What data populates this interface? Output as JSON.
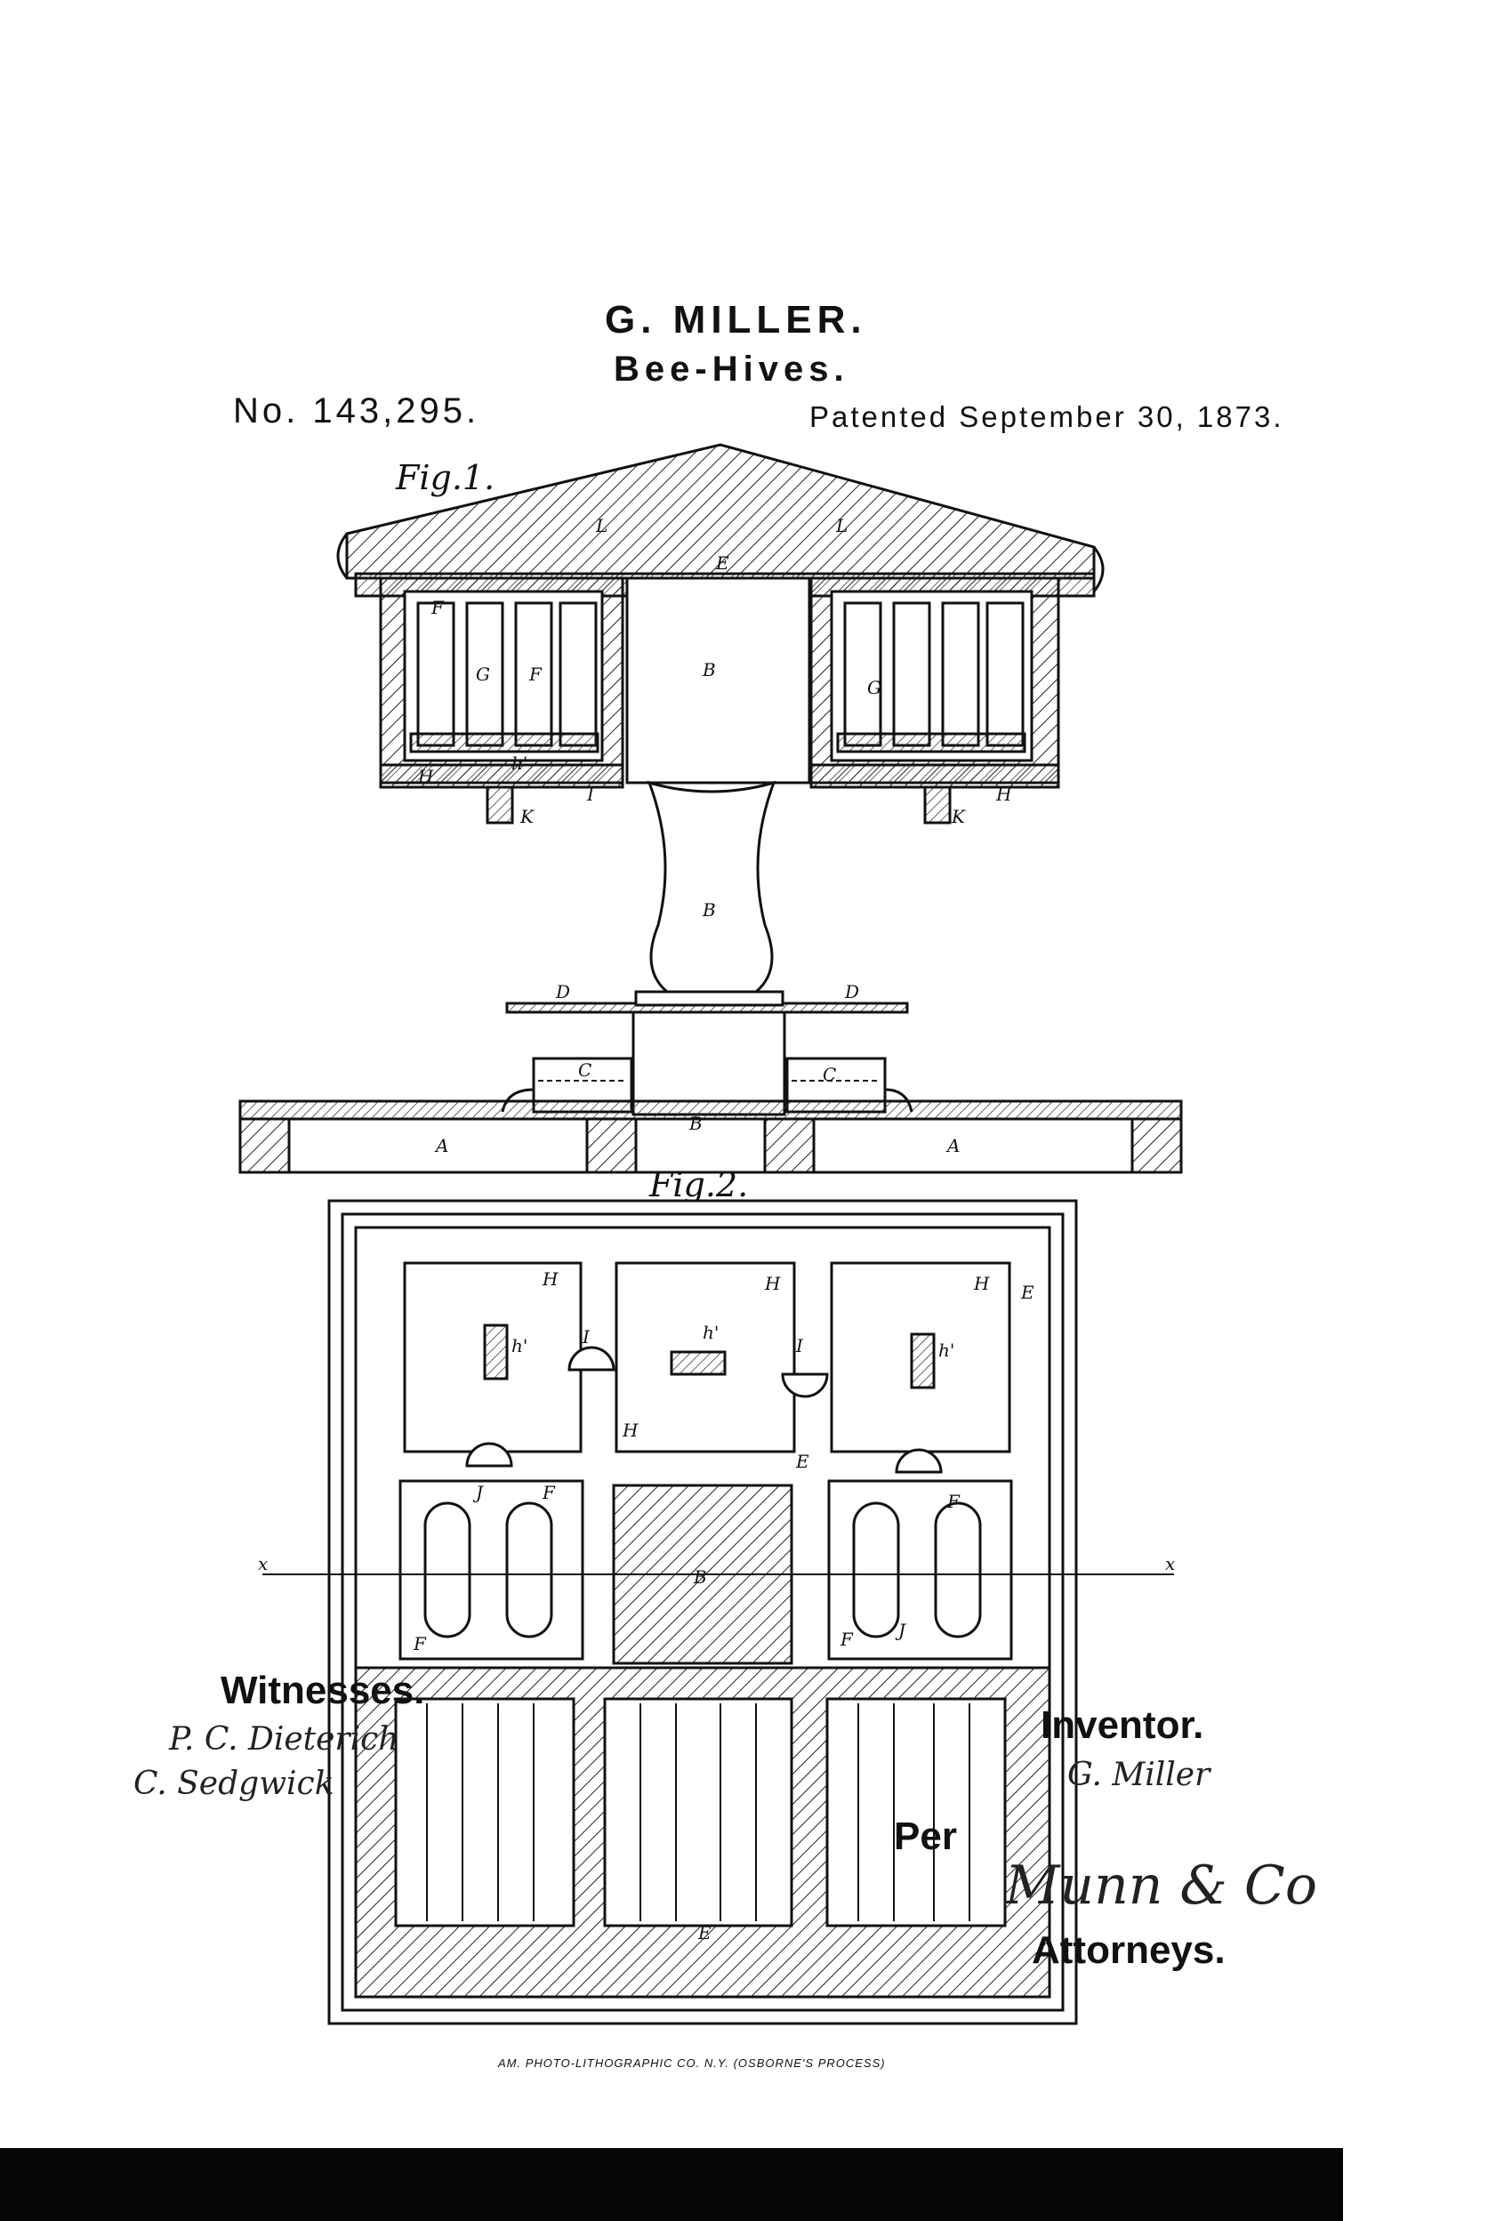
{
  "header": {
    "name": "G. MILLER.",
    "subject": "Bee-Hives.",
    "number": "No. 143,295.",
    "patented": "Patented September 30, 1873."
  },
  "figures": {
    "fig1": "Fig.1.",
    "fig2": "Fig.2."
  },
  "part_labels": {
    "L": "L",
    "E": "E",
    "F": "F",
    "G": "G",
    "B": "B",
    "H": "H",
    "h_prime": "h'",
    "I": "I",
    "K": "K",
    "D": "D",
    "C": "C",
    "A": "A",
    "J": "J",
    "x": "x"
  },
  "signatures": {
    "witnesses_label": "Witnesses.",
    "witness_1": "P. C. Dieterich",
    "witness_2": "C. Sedgwick",
    "inventor_label": "Inventor.",
    "inventor_signature": "G. Miller",
    "per_label": "Per",
    "attorneys_signature": "Munn & Co",
    "attorneys_label": "Attorneys."
  },
  "footer": {
    "printer": "AM. PHOTO-LITHOGRAPHIC CO. N.Y. (OSBORNE'S PROCESS)"
  }
}
